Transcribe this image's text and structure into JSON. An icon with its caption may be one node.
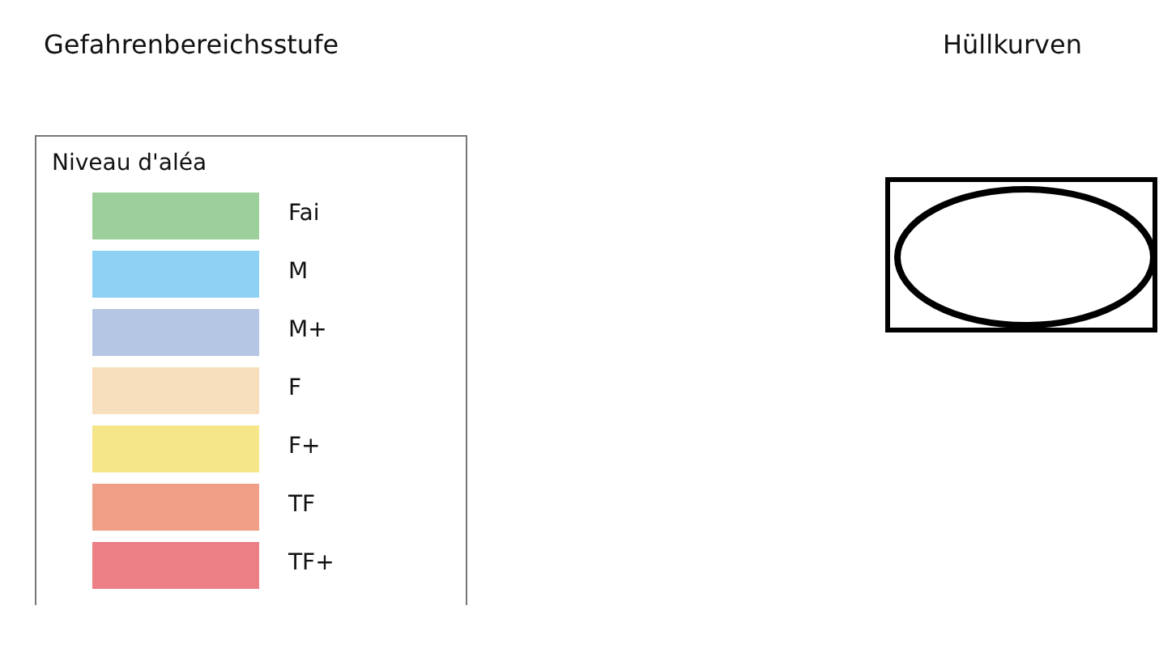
{
  "diagram": {
    "labels": [
      "Gefahrenbereichsstufe",
      "Hüllkurven",
      "Niveau d'aléa"
    ],
    "legend": [
      {
        "text": "Fai",
        "color": "#9ccf9a"
      },
      {
        "text": "M",
        "color": "#8fd0f5"
      },
      {
        "text": "M+",
        "color": "#b4c6e4"
      },
      {
        "text": "F",
        "color": "#f7dfbd"
      },
      {
        "text": "F+",
        "color": "#f5e68a"
      },
      {
        "text": "TF",
        "color": "#ef9f86"
      },
      {
        "text": "TF+",
        "color": "#ec7f86"
      }
    ]
  }
}
